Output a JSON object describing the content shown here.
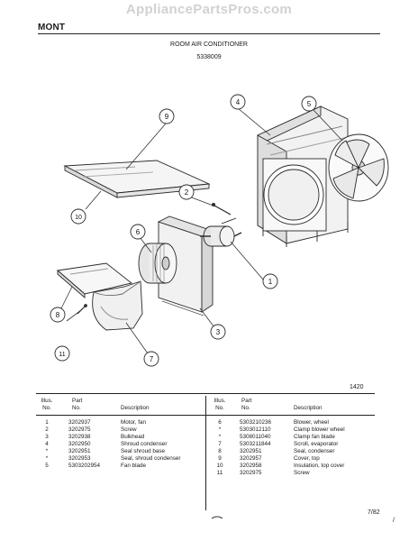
{
  "watermark": "AppliancePartsPros.com",
  "header": {
    "brand": "MONT",
    "title": "ROOM AIR CONDITIONER",
    "model": "5338009"
  },
  "diagram": {
    "callouts": [
      "1",
      "2",
      "3",
      "4",
      "5",
      "6",
      "7",
      "8",
      "9",
      "10",
      "11"
    ],
    "code": "1420"
  },
  "table": {
    "headers": {
      "illus_line1": "Illus.",
      "illus_line2": "No.",
      "part_line1": "Part",
      "part_line2": "No.",
      "description": "Description"
    },
    "left": [
      {
        "no": "1",
        "part": "3202937",
        "desc": "Motor, fan"
      },
      {
        "no": "2",
        "part": "3202975",
        "desc": "Screw"
      },
      {
        "no": "3",
        "part": "3202938",
        "desc": "Bulkhead"
      },
      {
        "no": "4",
        "part": "3202950",
        "desc": "Shroud condenser"
      },
      {
        "no": "*",
        "part": "3202951",
        "desc": "Seal shroud base"
      },
      {
        "no": "*",
        "part": "3202953",
        "desc": "Seal, shroud condenser"
      },
      {
        "no": "5",
        "part": "5303202954",
        "desc": "Fan blade"
      }
    ],
    "right": [
      {
        "no": "6",
        "part": "5303210236",
        "desc": "Blower, wheel"
      },
      {
        "no": "*",
        "part": "5303012110",
        "desc": "Clamp blower wheel"
      },
      {
        "no": "*",
        "part": "5308011040",
        "desc": "Clamp fan blade"
      },
      {
        "no": "7",
        "part": "5303211844",
        "desc": "Scroll, evaporator"
      },
      {
        "no": "8",
        "part": "3202951",
        "desc": "Seal, condenser"
      },
      {
        "no": "9",
        "part": "3202957",
        "desc": "Cover, top"
      },
      {
        "no": "10",
        "part": "3202958",
        "desc": "Insulation, top cover"
      },
      {
        "no": "11",
        "part": "3202975",
        "desc": "Screw"
      }
    ]
  },
  "footer": {
    "date": "7/82",
    "mark": "/"
  }
}
